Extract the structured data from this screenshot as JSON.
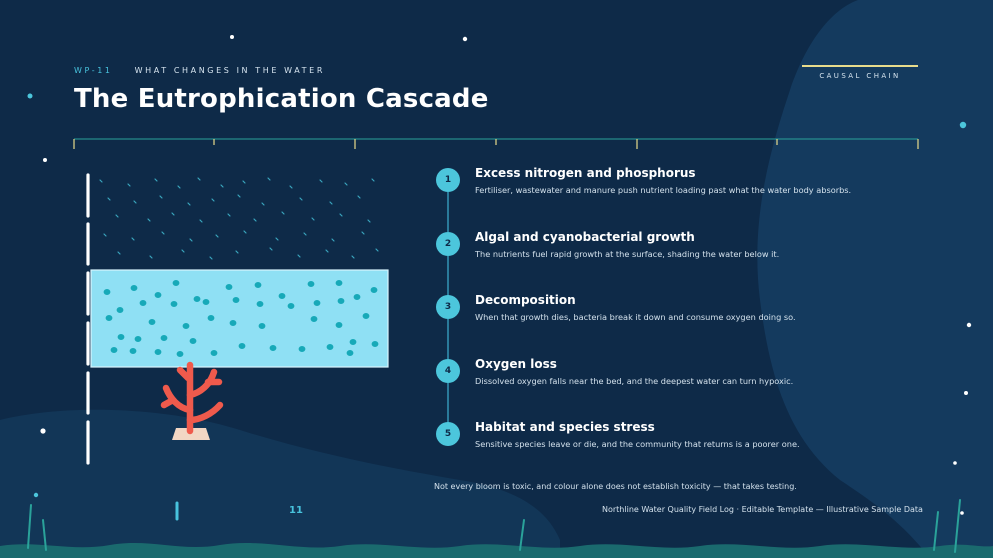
{
  "header": {
    "code": "WP-11",
    "eyebrow": "WHAT CHANGES IN THE WATER",
    "title": "The Eutrophication Cascade",
    "tag": "CAUSAL CHAIN"
  },
  "steps": [
    {
      "num": "1",
      "title": "Excess nitrogen and phosphorus",
      "desc": "Fertiliser, wastewater and manure push nutrient loading past what the water body absorbs."
    },
    {
      "num": "2",
      "title": "Algal and cyanobacterial growth",
      "desc": "The nutrients fuel rapid growth at the surface, shading the water below it."
    },
    {
      "num": "3",
      "title": "Decomposition",
      "desc": "When that growth dies, bacteria break it down and consume oxygen doing so."
    },
    {
      "num": "4",
      "title": "Oxygen loss",
      "desc": "Dissolved oxygen falls near the bed, and the deepest water can turn hypoxic."
    },
    {
      "num": "5",
      "title": "Habitat and species stress",
      "desc": "Sensitive species leave or die, and the community that returns is a poorer one."
    }
  ],
  "note": "Not every bloom is toxic, and colour alone does not establish toxicity — that takes testing.",
  "footer": {
    "page": "11",
    "credit": "Northline Water Quality Field Log · Editable Template — Illustrative Sample Data"
  },
  "colors": {
    "background": "#0e2a48",
    "accent": "#4cc6dc",
    "tag_rule": "#e8dc8c",
    "coral": "#ef5a4c",
    "bloom_panel": "#8fe0f4"
  },
  "icons": {
    "coral": "coral-icon"
  }
}
